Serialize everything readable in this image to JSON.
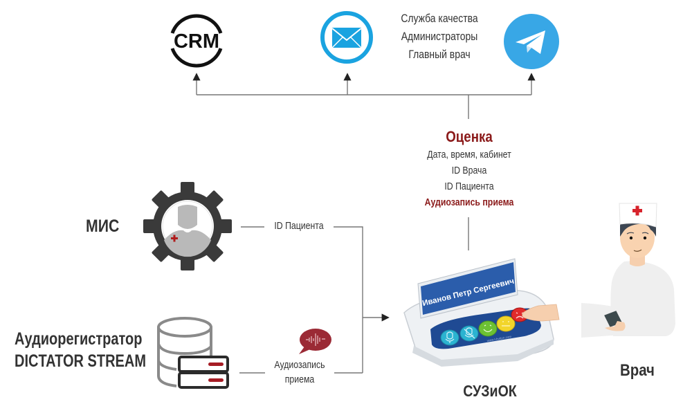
{
  "title": "Схема интеграции СУЗиОК",
  "outputs": {
    "crm": {
      "label": "CRM",
      "icon": "crm-logo-icon"
    },
    "email": {
      "icon": "email-envelope-icon",
      "color": "#1aa3e0"
    },
    "telegram": {
      "icon": "telegram-plane-icon",
      "color": "#38a7e6"
    },
    "recipients": [
      "Служба качества",
      "Администраторы",
      "Главный врач"
    ]
  },
  "evaluation": {
    "title": "Оценка",
    "fields": [
      "Дата, время, кабинет",
      "ID Врача",
      "ID Пациента"
    ],
    "highlight": "Аудиозапись приема",
    "accent_color": "#8b1a1a"
  },
  "sources": {
    "mis": {
      "label": "МИС",
      "icon": "gear-doctor-icon",
      "edge_label": "ID Пациента"
    },
    "recorder": {
      "label_line1": "Аудиорегистратор",
      "label_line2": "DICTATOR STREAM",
      "icon": "database-server-icon",
      "edge_label_line1": "Аудиозапись",
      "edge_label_line2": "приема",
      "edge_icon": "audio-speech-bubble-icon"
    }
  },
  "device": {
    "label": "СУЗиОК",
    "nameplate": "Иванов  Петр Сергеевич",
    "url": "www.t-button.com",
    "buttons": [
      {
        "name": "call-admin",
        "color": "#2bb3d1"
      },
      {
        "name": "mute",
        "color": "#2bb3d1"
      },
      {
        "name": "happy",
        "color": "#6cc133"
      },
      {
        "name": "neutral",
        "color": "#f2d52a"
      },
      {
        "name": "sad",
        "color": "#e02b2b"
      }
    ]
  },
  "doctor": {
    "label": "Врач"
  }
}
